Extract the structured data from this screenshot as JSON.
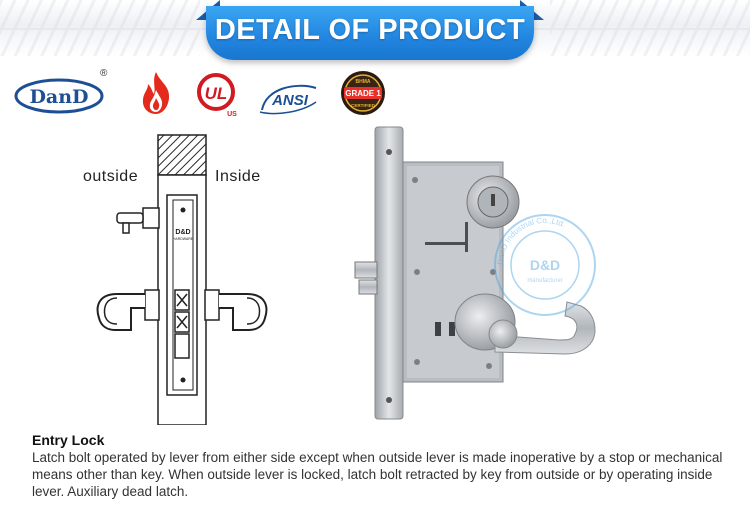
{
  "header": {
    "title": "DETAIL OF PRODUCT"
  },
  "logos": {
    "brand": "DanD",
    "registered": "®",
    "ul_text": "UL",
    "ul_sub": "US",
    "ansi": "ANSI",
    "grade": "GRADE 1",
    "grade_ring_top": "BHMA",
    "grade_ring_bottom": "CERTIFIED"
  },
  "diagram": {
    "label_outside": "outside",
    "label_inside": "Inside",
    "plate_brand": "D&D",
    "plate_sub": "HARDWARE"
  },
  "watermark": {
    "ring_text": "DanD Industrial Co.,Ltd.",
    "center": "D&D",
    "sub": "manufacturer"
  },
  "description": {
    "title": "Entry Lock",
    "body": "Latch bolt operated by lever from either side except when outside lever is made inoperative by a stop or mechanical means other than key. When outside lever is locked, latch bolt retracted by key from outside or by operating inside lever. Auxiliary dead latch."
  },
  "colors": {
    "banner": "#2285e0",
    "brand": "#1d4f94",
    "fire": "#e32a1c",
    "ul": "#d11a22"
  }
}
